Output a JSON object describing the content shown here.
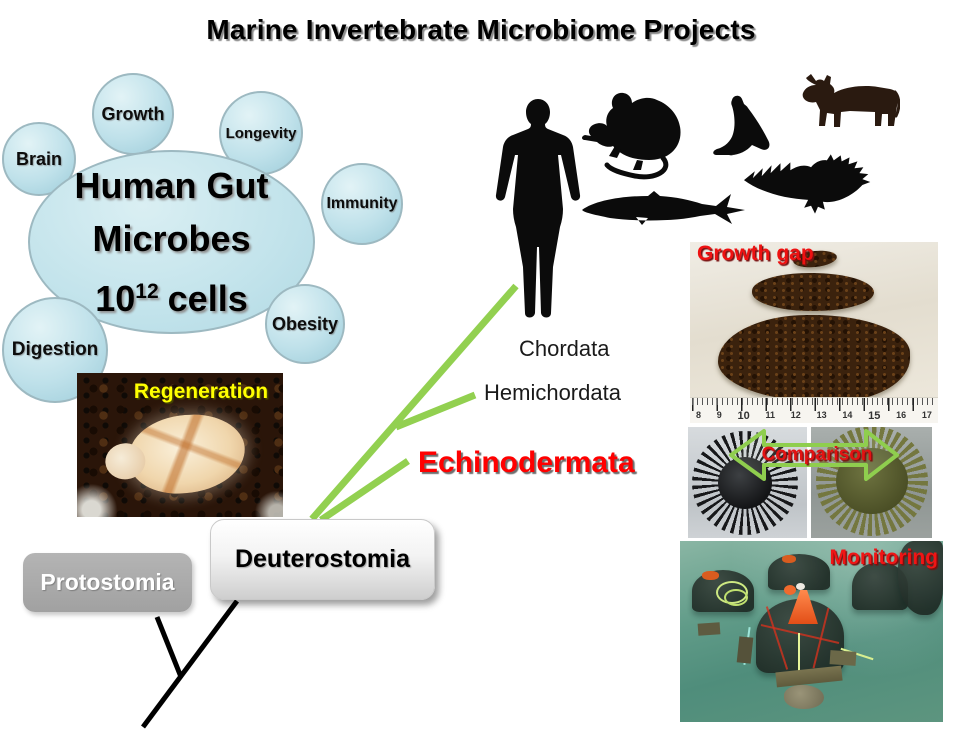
{
  "slide": {
    "title": "Marine Invertebrate Microbiome Projects"
  },
  "gut_cluster": {
    "ellipse": {
      "line1": "Human Gut",
      "line2": "Microbes",
      "cells_base": "10",
      "cells_exp": "12",
      "cells_suffix": "cells"
    },
    "bubbles": [
      {
        "label": "Growth"
      },
      {
        "label": "Brain"
      },
      {
        "label": "Longevity"
      },
      {
        "label": "Immunity"
      },
      {
        "label": "Obesity"
      },
      {
        "label": "Digestion"
      }
    ]
  },
  "phylogeny": {
    "protostomia": "Protostomia",
    "deuterostomia": "Deuterostomia",
    "branches": {
      "chordata": "Chordata",
      "hemichordata": "Hemichordata",
      "echinodermata": "Echinodermata"
    }
  },
  "photo_labels": {
    "regeneration": "Regeneration",
    "growth_gap": "Growth gap",
    "comparison": "Comparison",
    "monitoring": "Monitoring"
  },
  "ruler": {
    "numbers": [
      "8",
      "9",
      "10",
      "11",
      "12",
      "13",
      "14",
      "15",
      "16",
      "17"
    ]
  },
  "animals": [
    "human",
    "mouse",
    "seal",
    "cow",
    "fish",
    "condor"
  ],
  "colors": {
    "bubble_fill": "#c2e3eb",
    "branch_green": "#92d050",
    "label_red": "#ff0000",
    "label_yellow": "#ffff00",
    "box_gray": "#a6a6a6"
  }
}
